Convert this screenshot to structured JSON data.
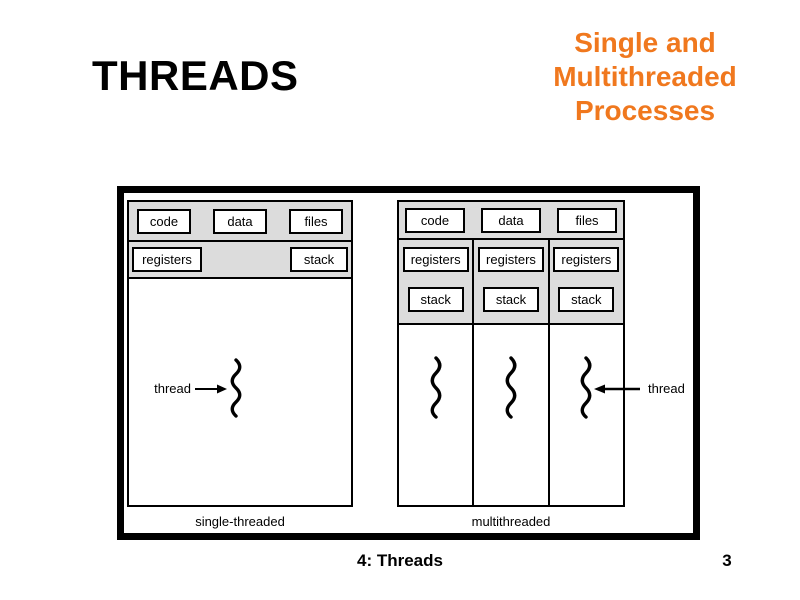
{
  "slide": {
    "title": "THREADS",
    "subtitle": {
      "lines": [
        "Single and",
        "Multithreaded",
        "Processes"
      ],
      "color": "#F0781E"
    },
    "footer": {
      "label": "4: Threads",
      "page_number": "3"
    }
  },
  "diagram": {
    "single": {
      "resources": [
        "code",
        "data",
        "files"
      ],
      "registers_label": "registers",
      "stack_label": "stack",
      "thread_label": "thread",
      "caption": "single-threaded"
    },
    "multi": {
      "resources": [
        "code",
        "data",
        "files"
      ],
      "columns": [
        {
          "registers_label": "registers",
          "stack_label": "stack"
        },
        {
          "registers_label": "registers",
          "stack_label": "stack"
        },
        {
          "registers_label": "registers",
          "stack_label": "stack"
        }
      ],
      "thread_label": "thread",
      "caption": "multithreaded"
    },
    "colors": {
      "band_gray": "#DCDCDC",
      "line_black": "#000000"
    }
  }
}
